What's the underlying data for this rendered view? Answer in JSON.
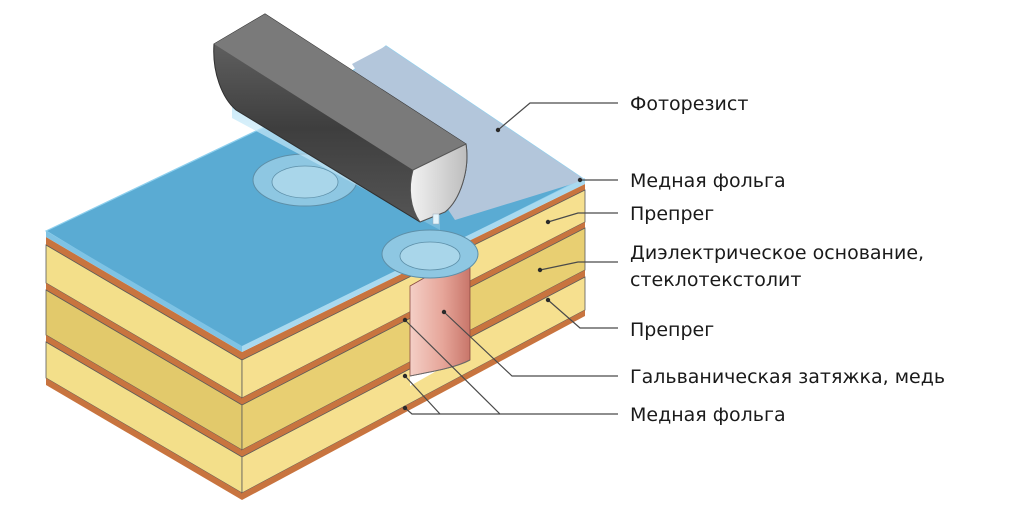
{
  "labels": {
    "photoresist": "Фоторезист",
    "copper_foil_top": "Медная фольга",
    "prepreg_top": "Препрег",
    "dielectric_line1": "Диэлектрическое основание,",
    "dielectric_line2": "стеклотекстолит",
    "prepreg_bottom": "Препрег",
    "plating": "Гальваническая затяжка, медь",
    "copper_foil_inner": "Медная фольга"
  },
  "colors": {
    "photoresist_exposed": "#5aabd3",
    "photoresist_unexposed": "#b3c6db",
    "copper": "#c8743f",
    "fr4_light": "#f3df8a",
    "fr4_dark": "#e2c96b",
    "lamp_body": "#4c4c4c",
    "via_copper": "#d9928a"
  },
  "icons": {
    "exposure_head": "uv-lamp-icon"
  }
}
